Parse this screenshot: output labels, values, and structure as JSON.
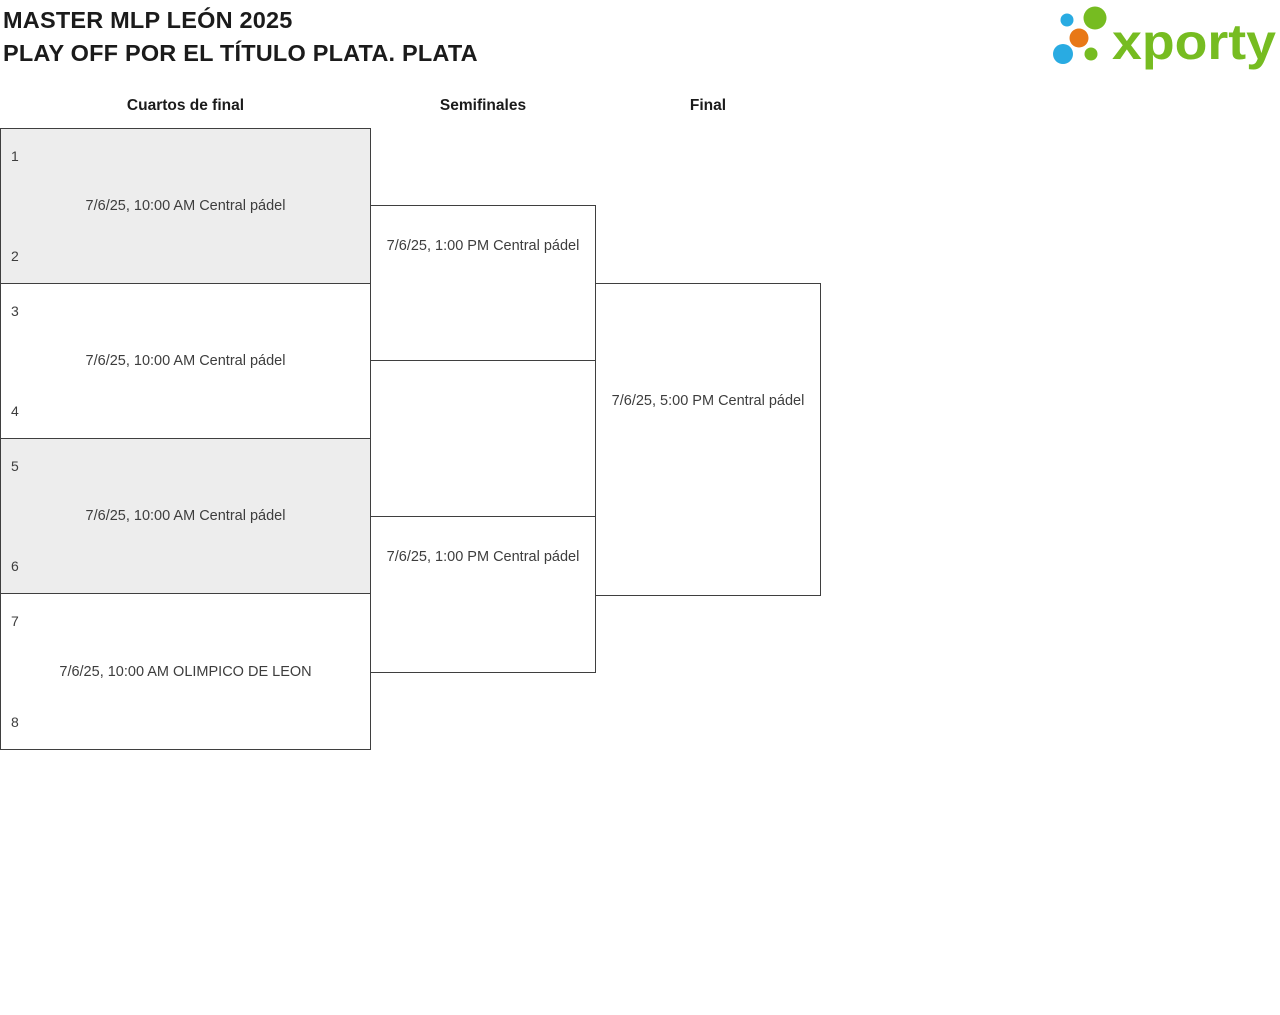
{
  "header": {
    "title_line1": "MASTER MLP LEÓN 2025",
    "title_line2": "PLAY OFF POR EL TÍTULO PLATA. PLATA"
  },
  "logo": {
    "brand_text": "xporty"
  },
  "columns": {
    "quarterfinals_label": "Cuartos de final",
    "semifinals_label": "Semifinales",
    "final_label": "Final"
  },
  "matches": {
    "quarterfinals": [
      {
        "seed_top": "1",
        "seed_bottom": "2",
        "info": "7/6/25, 10:00 AM Central pádel"
      },
      {
        "seed_top": "3",
        "seed_bottom": "4",
        "info": "7/6/25, 10:00 AM Central pádel"
      },
      {
        "seed_top": "5",
        "seed_bottom": "6",
        "info": "7/6/25, 10:00 AM Central pádel"
      },
      {
        "seed_top": "7",
        "seed_bottom": "8",
        "info": "7/6/25, 10:00 AM OLIMPICO DE LEON"
      }
    ],
    "semifinals": [
      {
        "info": "7/6/25, 1:00 PM Central pádel"
      },
      {
        "info": "7/6/25, 1:00 PM Central pádel"
      }
    ],
    "final": {
      "info": "7/6/25, 5:00 PM Central pádel"
    }
  },
  "colors": {
    "brand_green": "#76bc21",
    "brand_blue": "#29abe2",
    "brand_orange": "#e87817",
    "box_fill_alt": "#ededed",
    "box_border": "#3f3f3f",
    "text_dark": "#1b1b1b",
    "text_muted": "#3d3d3d"
  }
}
